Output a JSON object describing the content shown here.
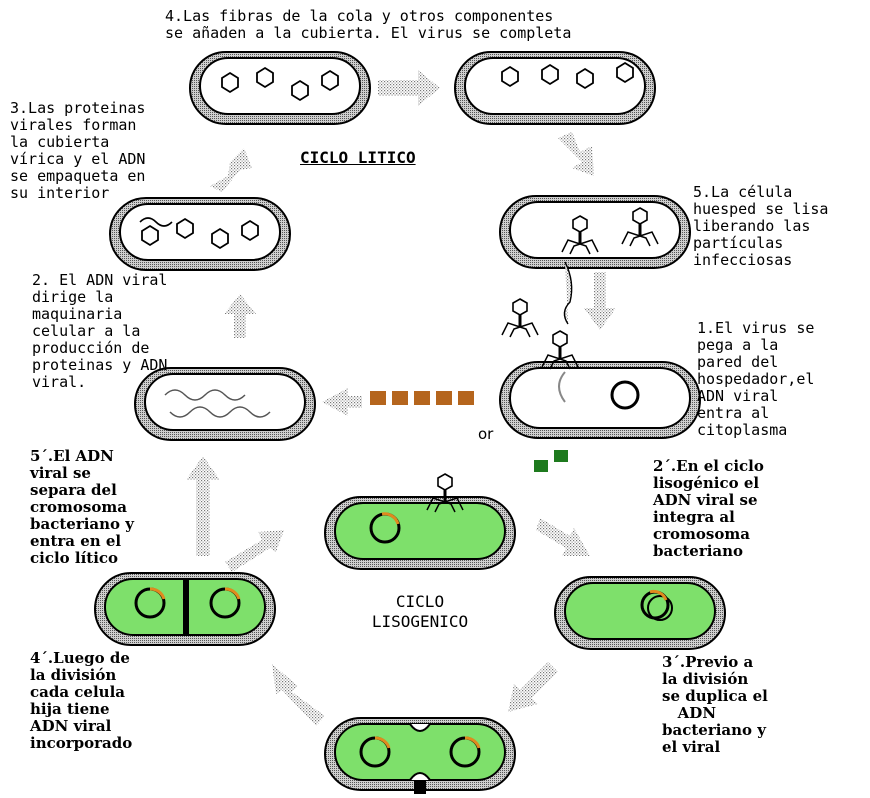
{
  "colors": {
    "cytoplasm_green": "#7ee06b",
    "dna_orange": "#e08a1e",
    "dna_block_brown": "#b5651d",
    "dna_block_green": "#1e7a1e",
    "wall_gray": "#9a9a9a"
  },
  "lytic": {
    "title": "CICLO LITICO",
    "step4": "4.Las fibras de la cola y otros componentes\nse añaden a la cubierta. El virus se completa",
    "step3": "3.Las proteinas\nvirales forman\nla cubierta\nvírica y el ADN\nse empaqueta en\nsu interior",
    "step5": "5.La célula\nhuesped se lisa\nliberando las\npartículas\ninfecciosas",
    "step2": "2. El ADN viral\ndirige la\nmaquinaria\ncelular a la\nproducción de\nproteinas y ADN\nviral.",
    "step1": "1.El virus se\npega a la\npared del\nhospedador,el\nADN viral\nentra al\ncitoplasma"
  },
  "or_text": "or",
  "lysogenic": {
    "title_line1": "CICLO",
    "title_line2": "LISOGENICO",
    "step2p": "2´.En el ciclo\nlisogénico el\nADN viral se\nintegra al\ncromosoma\nbacteriano",
    "step5p": "5´.El ADN\nviral se\nsepara del\ncromosoma\nbacteriano y\nentra en el\nciclo lítico",
    "step3p": "3´.Previo a\nla división\nse duplica el\n   ADN\nbacteriano y\nel viral",
    "step4p": "4´.Luego de\nla división\ncada celula\nhija tiene\nADN viral\nincorporado"
  }
}
